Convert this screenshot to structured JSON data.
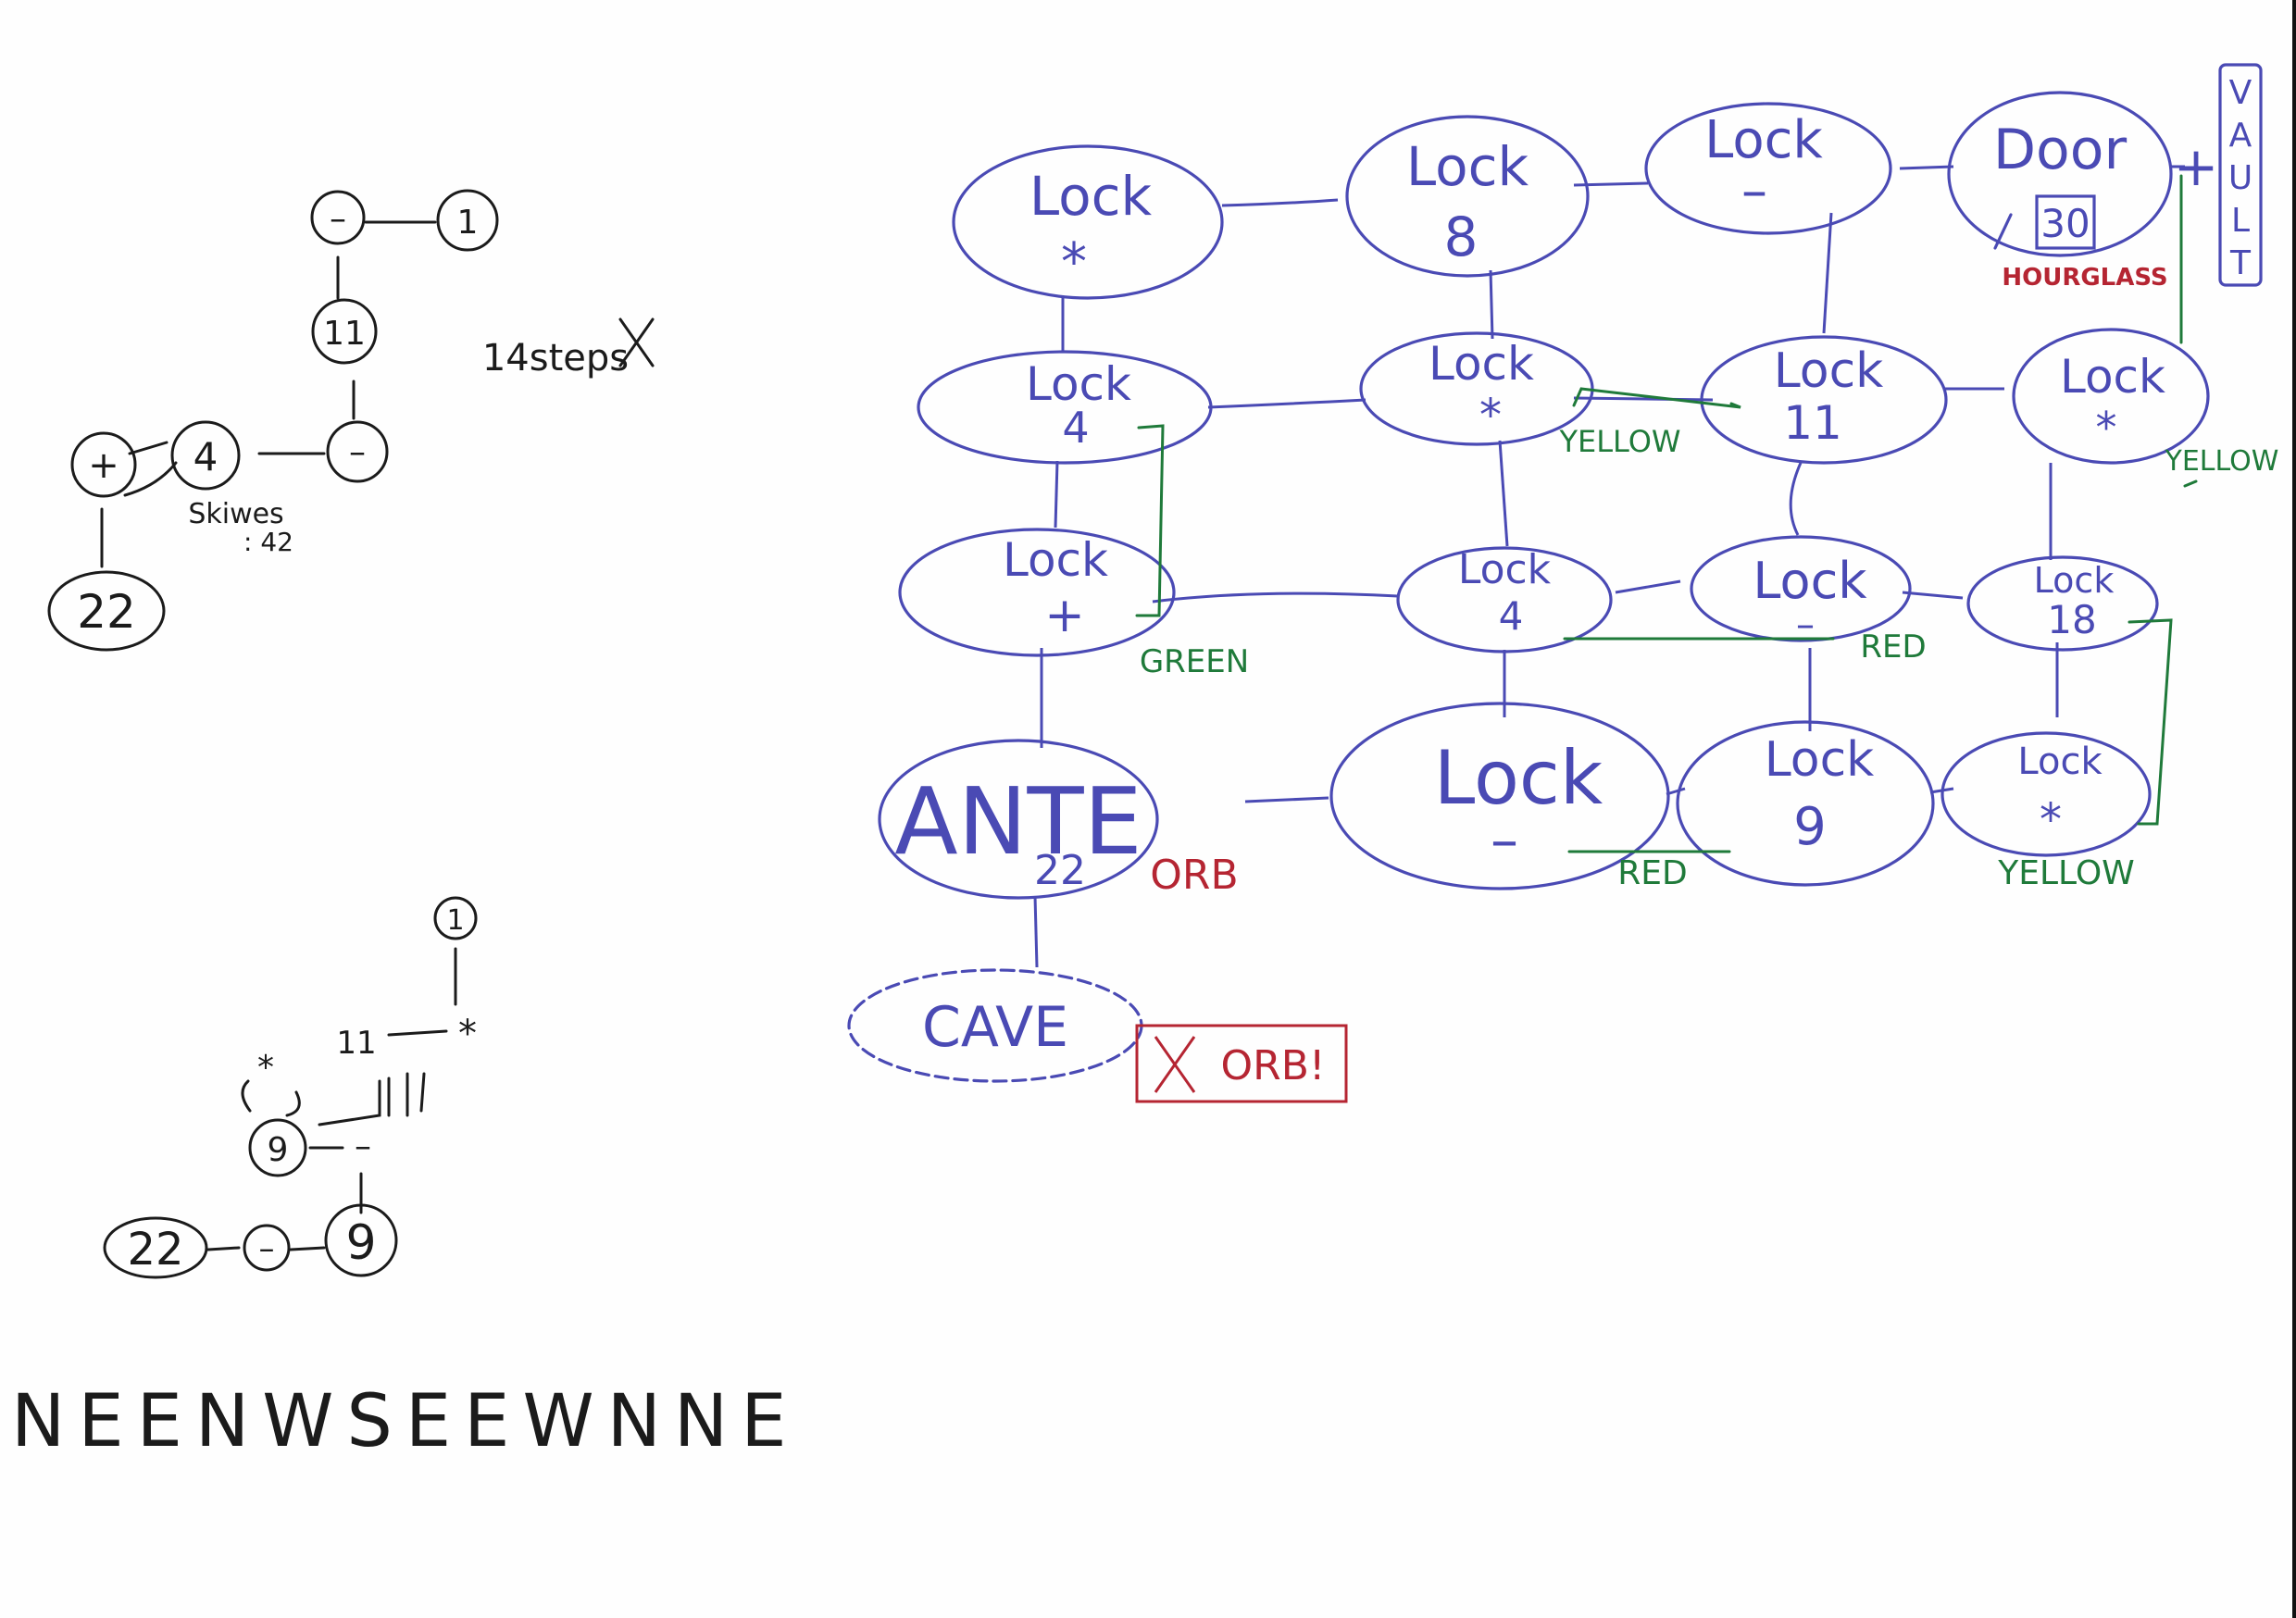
{
  "colors": {
    "blue": "#4a4ab4",
    "black": "#1b1b1b",
    "green": "#1f7a3a",
    "red": "#b52532"
  },
  "maze": {
    "rooms": [
      {
        "id": "r0c0",
        "l1": "Lock",
        "l2": "*"
      },
      {
        "id": "r0c1",
        "l1": "Lock",
        "l2": "8"
      },
      {
        "id": "r0c2",
        "l1": "Lock",
        "l2": "–"
      },
      {
        "id": "r0c3",
        "l1": "Door",
        "l2": "30"
      },
      {
        "id": "r1c0",
        "l1": "Lock",
        "l2": "4"
      },
      {
        "id": "r1c1",
        "l1": "Lock",
        "l2": "*"
      },
      {
        "id": "r1c2",
        "l1": "Lock",
        "l2": "11"
      },
      {
        "id": "r1c3",
        "l1": "Lock",
        "l2": "*"
      },
      {
        "id": "r2c0",
        "l1": "Lock",
        "l2": "+"
      },
      {
        "id": "r2c1",
        "l1": "Lock",
        "l2": "4"
      },
      {
        "id": "r2c2",
        "l1": "Lock",
        "l2": "–"
      },
      {
        "id": "r2c3",
        "l1": "Lock",
        "l2": "18"
      },
      {
        "id": "r3c0",
        "l1": "ANTE",
        "l2": "22"
      },
      {
        "id": "r3c1",
        "l1": "Lock",
        "l2": "–"
      },
      {
        "id": "r3c2",
        "l1": "Lock",
        "l2": "9"
      },
      {
        "id": "r3c3",
        "l1": "Lock",
        "l2": "*"
      },
      {
        "id": "cave",
        "l1": "CAVE",
        "l2": ""
      }
    ],
    "vault_letters": [
      "V",
      "A",
      "U",
      "L",
      "T"
    ],
    "hourglass_label": "HOURGLASS",
    "orb_label": "ORB",
    "orb_box_label": "ORB!",
    "door_number": "30",
    "color_labels": {
      "green": "GREEN",
      "yellow_top": "YELLOW",
      "yellow_right": "YELLOW",
      "yellow_bottom": "YELLOW",
      "red_mid": "RED",
      "red_bottom": "RED"
    }
  },
  "sketch_top": {
    "nodes": [
      "–",
      "1",
      "11",
      "–",
      "4",
      "+",
      "22"
    ],
    "note_steps": "14steps",
    "note_skip": "Skiwes",
    "note_skip_num": ": 42"
  },
  "sketch_bottom": {
    "nodes": [
      "1",
      "11",
      "*",
      "*",
      "9",
      "–",
      "22",
      "–",
      "9"
    ]
  },
  "directions": "NEENWSEEWNNE"
}
